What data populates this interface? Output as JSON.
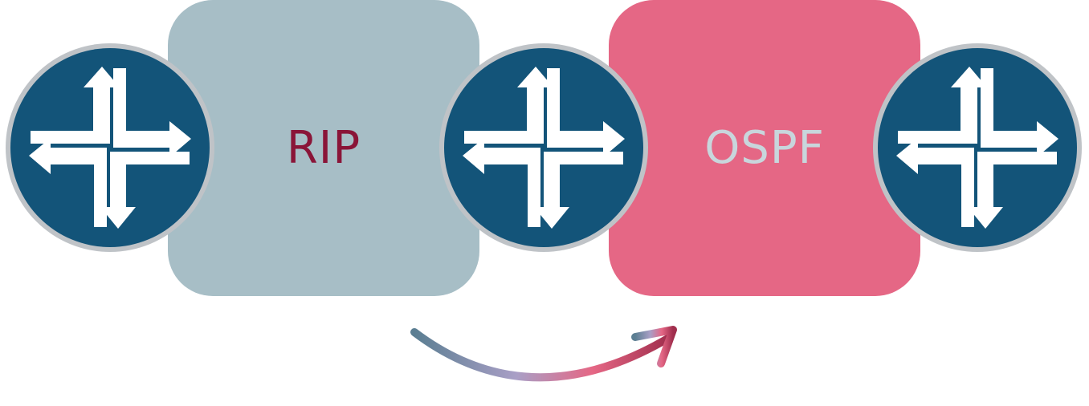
{
  "diagram": {
    "boxes": [
      {
        "id": "rip",
        "label": "RIP",
        "fill": "#a7bec6",
        "text_color": "#8a1538"
      },
      {
        "id": "ospf",
        "label": "OSPF",
        "fill": "#e56785",
        "text_color": "#c8d6dc"
      }
    ],
    "routers": [
      {
        "icon": "router-icon",
        "fill": "#135479",
        "ring": "#bfc3c7",
        "arrow_color": "#ffffff"
      },
      {
        "icon": "router-icon",
        "fill": "#135479",
        "ring": "#bfc3c7",
        "arrow_color": "#ffffff"
      },
      {
        "icon": "router-icon",
        "fill": "#135479",
        "ring": "#bfc3c7",
        "arrow_color": "#ffffff"
      }
    ],
    "migration_arrow": {
      "icon": "curved-arrow-icon",
      "gradient": [
        "#5b7e92",
        "#a99fc6",
        "#e56785",
        "#a02e4d"
      ]
    }
  }
}
